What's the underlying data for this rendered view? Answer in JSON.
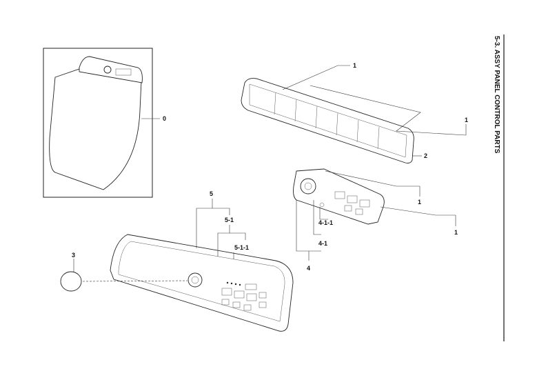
{
  "title": "5-3. ASSY PANEL CONTROL PARTS",
  "callouts": {
    "c0": "0",
    "c1a": "1",
    "c1b": "1",
    "c1c": "1",
    "c1d": "1",
    "c2": "2",
    "c3": "3",
    "c4": "4",
    "c4_1": "4-1",
    "c4_1_1": "4-1-1",
    "c5": "5",
    "c5_1": "5-1",
    "c5_1_1": "5-1-1"
  }
}
